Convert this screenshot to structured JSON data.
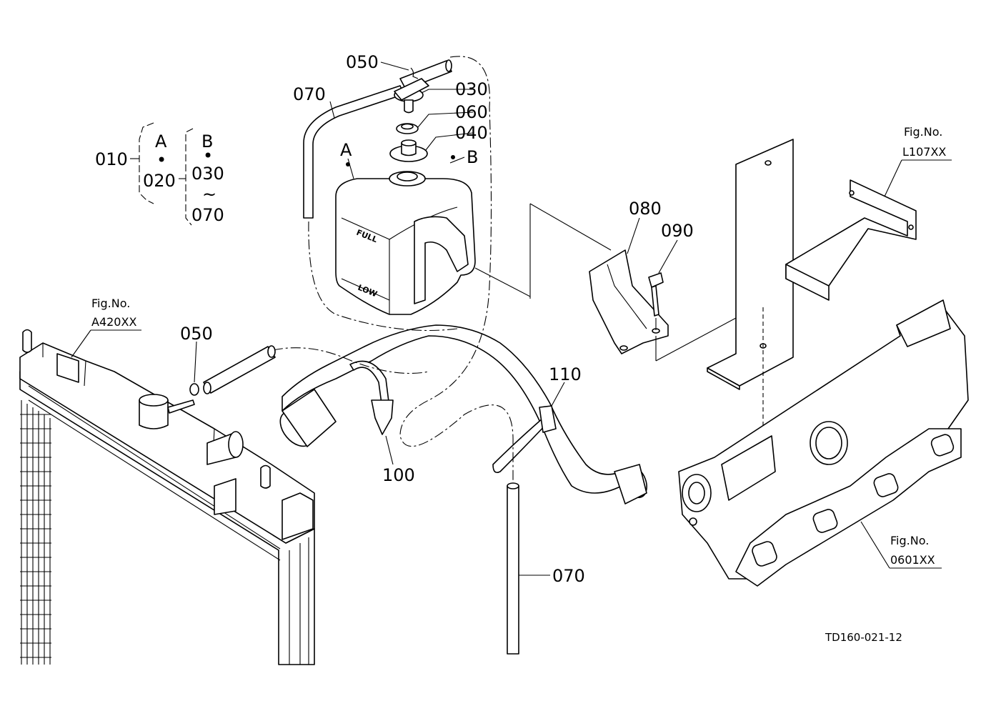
{
  "labels": {
    "p050_top": "050",
    "p030": "030",
    "p060": "060",
    "p040": "040",
    "p070_top": "070",
    "pA": "A",
    "pB": "B",
    "p080": "080",
    "p090": "090",
    "p050_mid": "050",
    "p110": "110",
    "p100": "100",
    "p070_bottom": "070"
  },
  "legend": {
    "assembly": "010",
    "group_a_letter": "A",
    "group_a_part": "020",
    "group_b_letter": "B",
    "group_b_from": "030",
    "group_b_range": "~",
    "group_b_to": "070",
    "dot": "•"
  },
  "tank_marks": {
    "full": "FULL",
    "low": "LOW"
  },
  "figure_refs": {
    "l107": {
      "prefix": "Fig.No.",
      "code": "L107XX"
    },
    "a420": {
      "prefix": "Fig.No.",
      "code": "A420XX"
    },
    "f0601": {
      "prefix": "Fig.No.",
      "code": "0601XX"
    }
  },
  "drawing_code": "TD160-021-12"
}
